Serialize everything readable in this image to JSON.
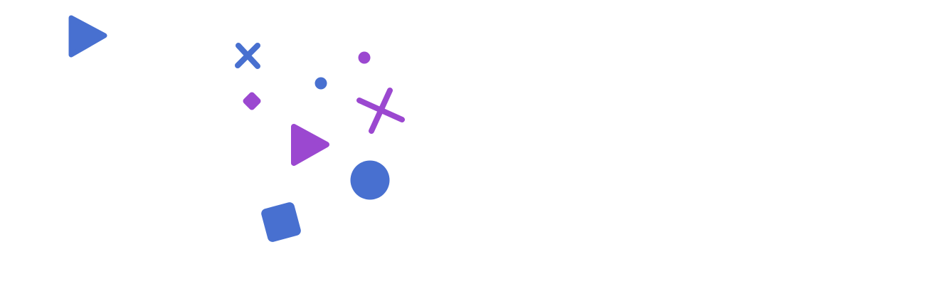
{
  "colors": {
    "blue": "#4870D0",
    "purple": "#9B48D0",
    "background": "#FFFFFF"
  },
  "shapes": [
    {
      "kind": "triangle-icon",
      "color": "blue"
    },
    {
      "kind": "cross-icon",
      "color": "blue"
    },
    {
      "kind": "dot-icon",
      "color": "purple"
    },
    {
      "kind": "dot-icon",
      "color": "blue"
    },
    {
      "kind": "diamond-icon",
      "color": "purple"
    },
    {
      "kind": "cross-icon",
      "color": "purple"
    },
    {
      "kind": "triangle-icon",
      "color": "purple"
    },
    {
      "kind": "circle-icon",
      "color": "blue"
    },
    {
      "kind": "square-icon",
      "color": "blue"
    }
  ]
}
